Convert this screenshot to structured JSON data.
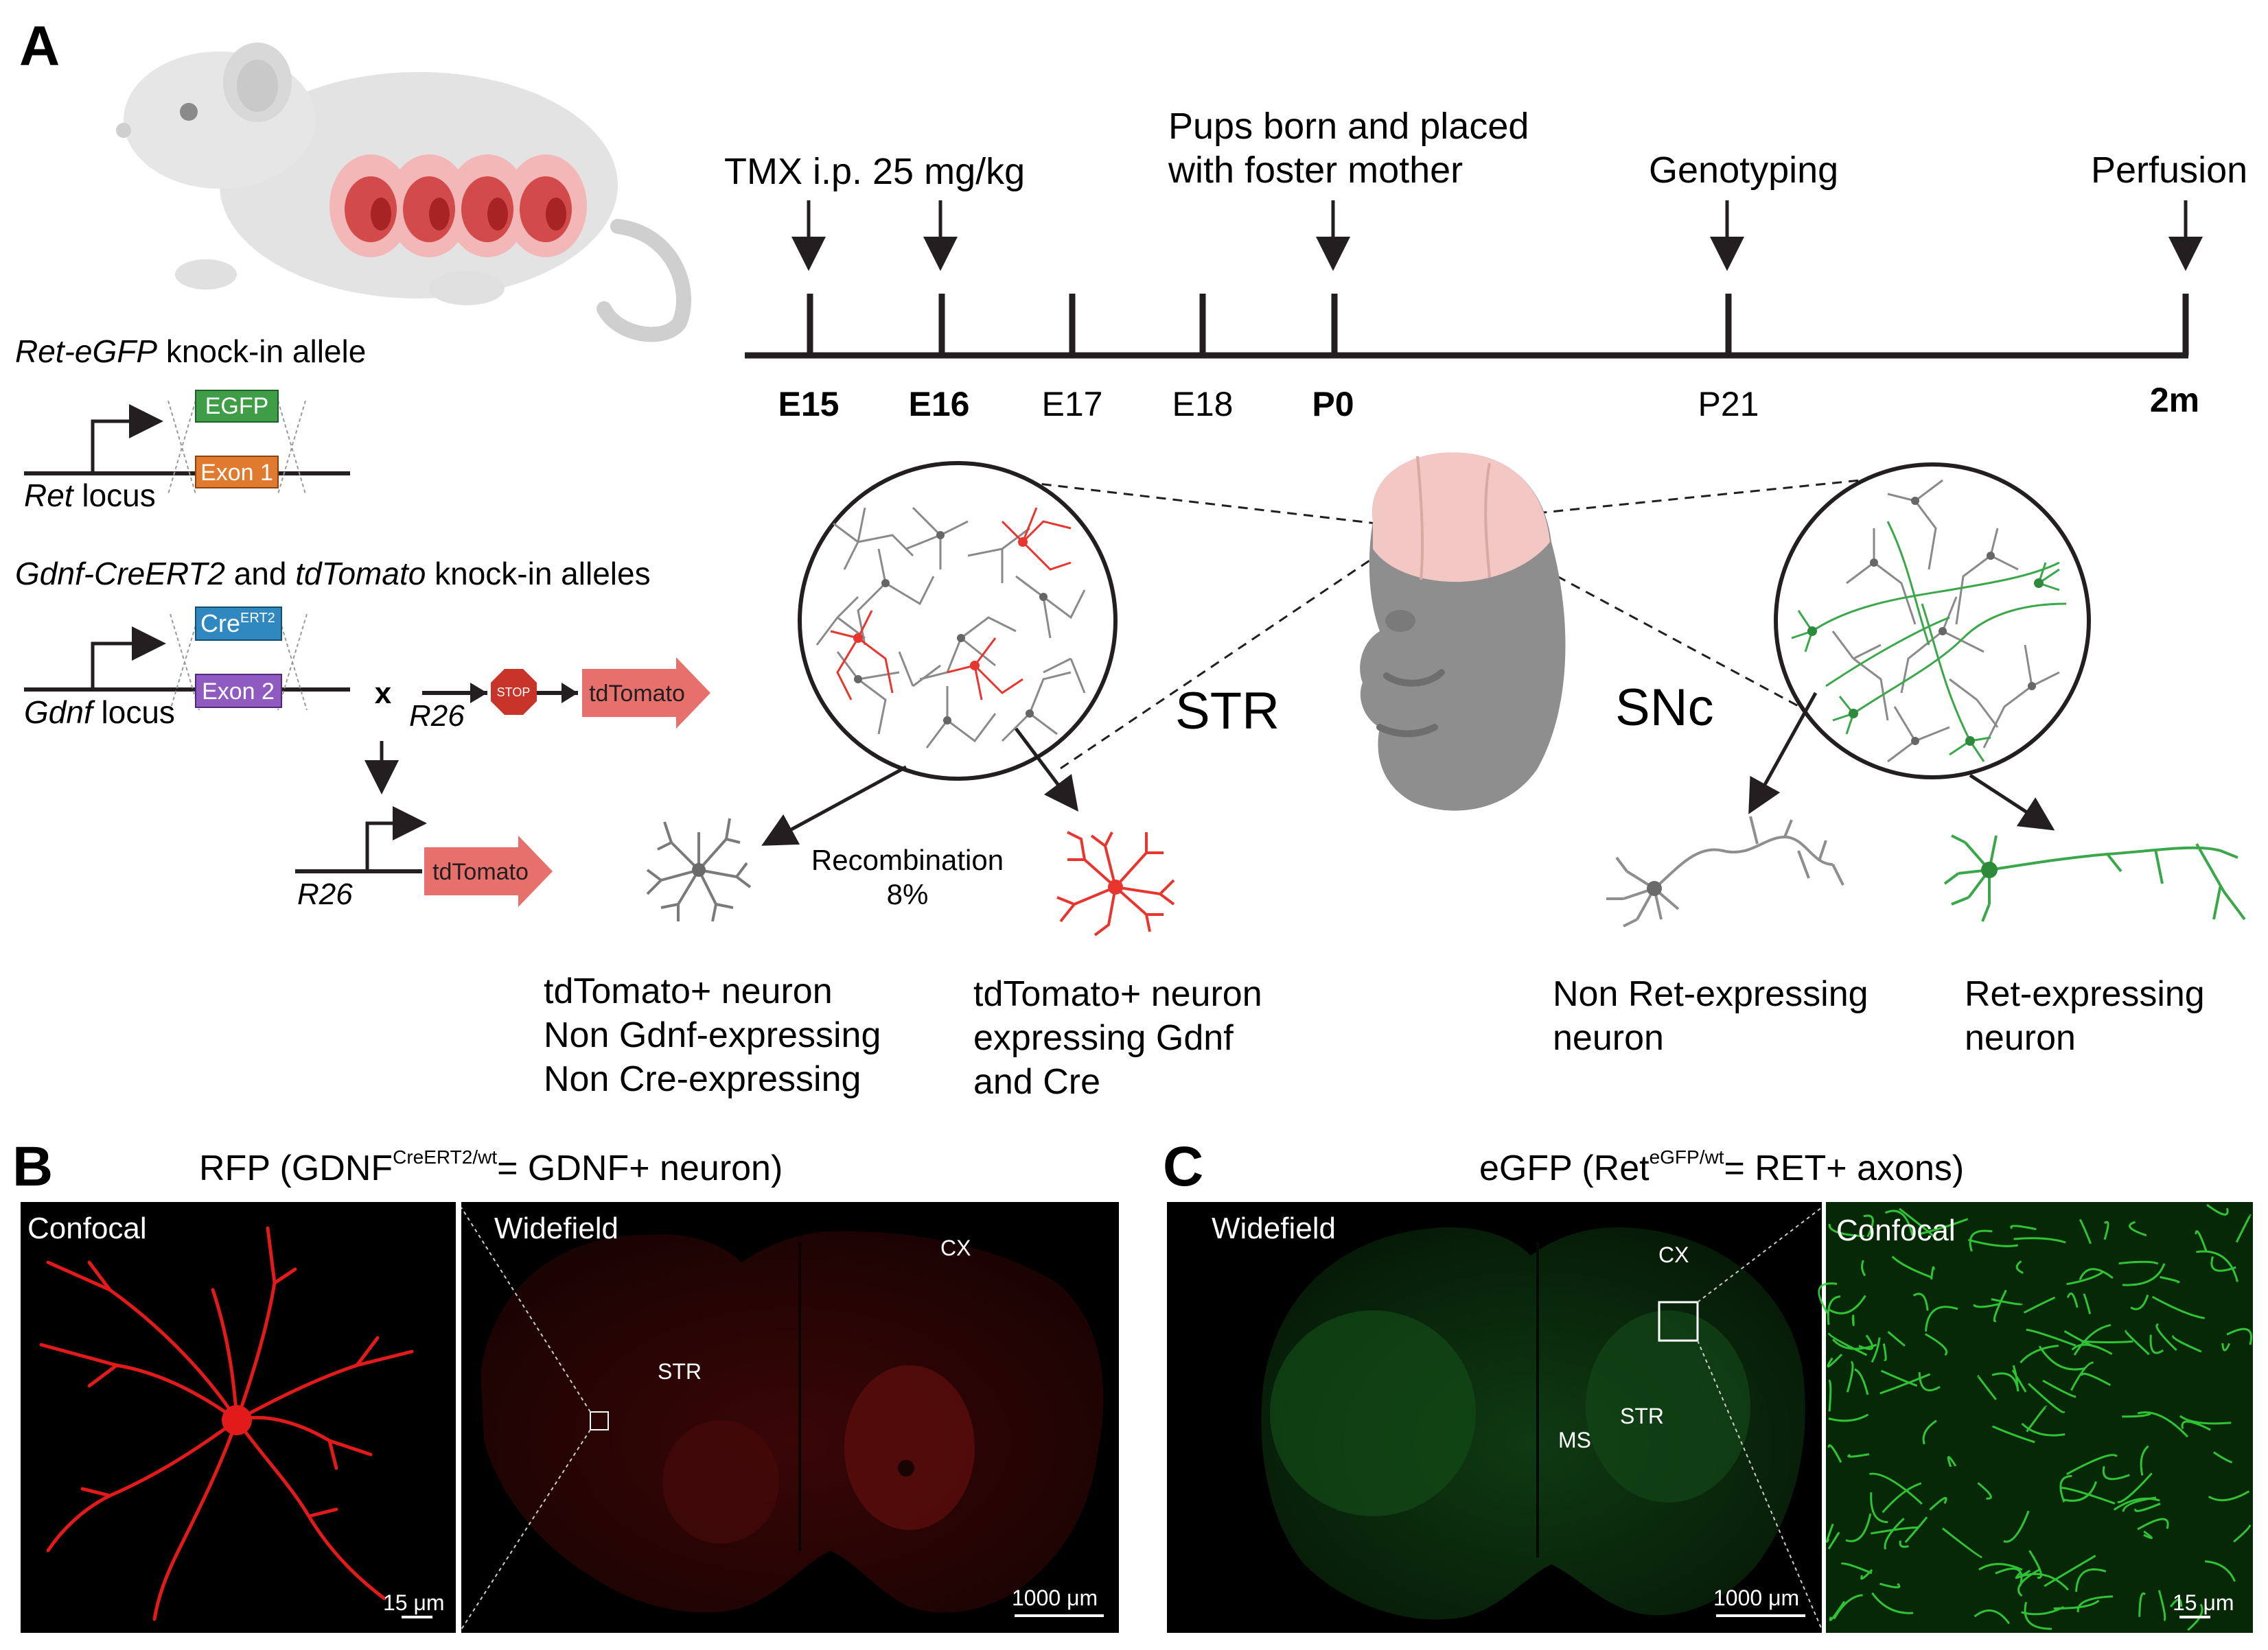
{
  "panelA": {
    "letter": "A",
    "timeline": {
      "events": {
        "tmx": "TMX i.p. 25 mg/kg",
        "pups_line1": "Pups born and placed",
        "pups_line2": "with foster mother",
        "genotyping": "Genotyping",
        "perfusion": "Perfusion"
      },
      "ticks": [
        {
          "label": "E15",
          "bold": true
        },
        {
          "label": "E16",
          "bold": true
        },
        {
          "label": "E17",
          "bold": false
        },
        {
          "label": "E18",
          "bold": false
        },
        {
          "label": "P0",
          "bold": true
        },
        {
          "label": "P21",
          "bold": false
        },
        {
          "label": "2m",
          "bold": true
        }
      ]
    },
    "ret_allele": {
      "title_italic": "Ret-eGFP",
      "title_rest": " knock-in allele",
      "box_top": "EGFP",
      "box_bottom": "Exon 1",
      "locus_italic": "Ret",
      "locus_rest": " locus"
    },
    "gdnf_allele": {
      "title_part1": "Gdnf-CreERT2",
      "title_part2": " and ",
      "title_part3": "tdTomato",
      "title_part4": " knock-in alleles",
      "box_top": "Cre",
      "box_top_sup": "ERT2",
      "box_bottom": "Exon 2",
      "locus_italic": "Gdnf",
      "locus_rest": " locus",
      "cross": "x",
      "r26": "R26",
      "stop": "STOP",
      "tdtomato": "tdTomato",
      "r26_result": "R26",
      "tdtomato_result": "tdTomato"
    },
    "regions": {
      "str": "STR",
      "snc": "SNc"
    },
    "recombination_line1": "Recombination",
    "recombination_line2": "8%",
    "neurons": {
      "n1_line1": "tdTomato+ neuron",
      "n1_line2": "Non Gdnf-expressing",
      "n1_line3": "Non Cre-expressing",
      "n2_line1": "tdTomato+ neuron",
      "n2_line2": "expressing Gdnf",
      "n2_line3": "and Cre",
      "n3_line1": "Non Ret-expressing",
      "n3_line2": "neuron",
      "n4_line1": "Ret-expressing",
      "n4_line2": "neuron"
    },
    "colors": {
      "red": "#e8352e",
      "green": "#3aa84a",
      "gray": "#777777",
      "tomato": "#e8706c",
      "egfp": "#3f9d48",
      "exon1": "#e07a2e",
      "cre": "#2f88bf",
      "exon2": "#8f5bc0",
      "stop": "#d33a2c"
    }
  },
  "panelB": {
    "letter": "B",
    "title_pre": "RFP (GDNF",
    "title_sup": "CreERT2/wt",
    "title_post": "= GDNF+ neuron)",
    "confocal": "Confocal",
    "widefield": "Widefield",
    "scale_small": "15 μm",
    "scale_large": "1000 μm",
    "cx": "CX",
    "str": "STR"
  },
  "panelC": {
    "letter": "C",
    "title_pre": "eGFP (Ret",
    "title_sup": "eGFP/wt",
    "title_post": "= RET+ axons)",
    "widefield": "Widefield",
    "confocal": "Confocal",
    "scale_large": "1000 μm",
    "scale_small": "15 μm",
    "cx": "CX",
    "str": "STR",
    "ms": "MS"
  }
}
